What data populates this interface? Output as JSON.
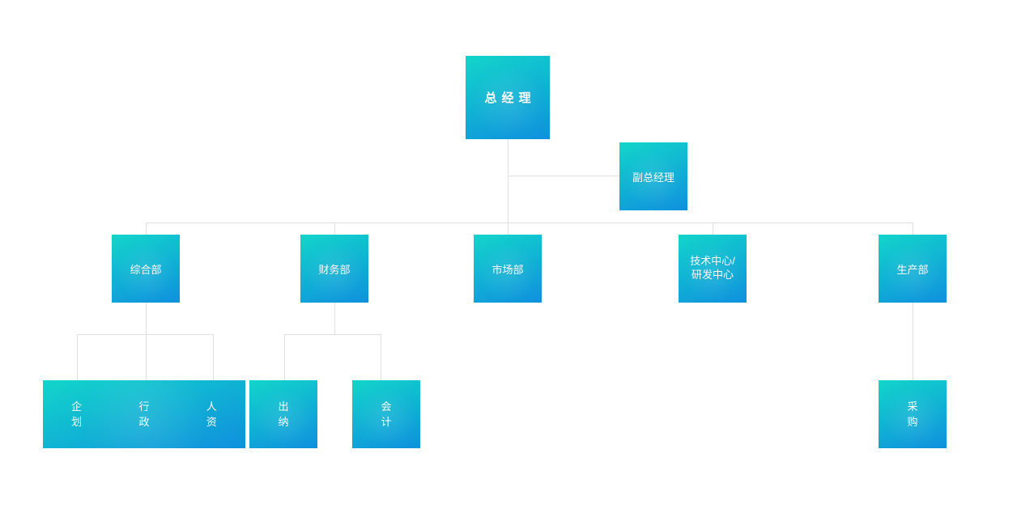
{
  "org_chart": {
    "nodes": {
      "general_manager": {
        "label": "总经理"
      },
      "deputy_general_manager": {
        "label": "副总经理"
      },
      "departments": [
        {
          "label": "综合部"
        },
        {
          "label": "财务部"
        },
        {
          "label": "市场部"
        },
        {
          "label": "技术中心/\n研发中心"
        },
        {
          "label": "生产部"
        }
      ],
      "general_dept_children": [
        {
          "label": "企划"
        },
        {
          "label": "行政"
        },
        {
          "label": "人资"
        }
      ],
      "finance_dept_children": [
        {
          "label": "出纳"
        },
        {
          "label": "会计"
        }
      ],
      "production_dept_children": [
        {
          "label": "采购"
        }
      ]
    },
    "colors": {
      "box_gradient_start": "#12d5ca",
      "box_gradient_end": "#0f90de",
      "connector": "#e0e0e0",
      "text": "#ffffff",
      "background": "#ffffff"
    }
  }
}
